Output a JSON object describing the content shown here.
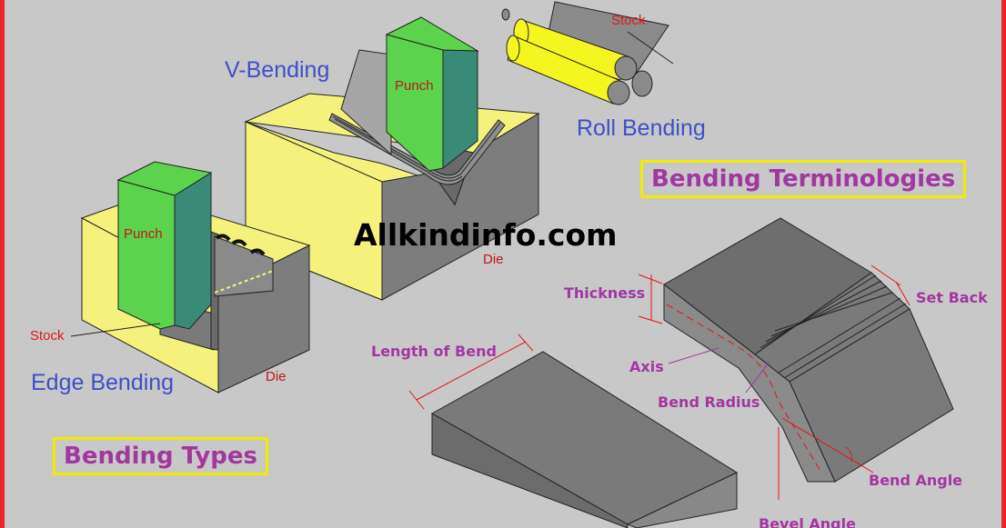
{
  "watermark": "Allkindinfo.com",
  "bending_types": {
    "title": "Bending Types",
    "v_bending": {
      "label": "V-Bending",
      "punch": "Punch",
      "die": "Die"
    },
    "edge_bending": {
      "label": "Edge Bending",
      "punch": "Punch",
      "die": "Die",
      "stock": "Stock"
    },
    "roll_bending": {
      "label": "Roll Bending",
      "stock": "Stock"
    }
  },
  "terminology": {
    "title": "Bending Terminologies",
    "labels": {
      "thickness": "Thickness",
      "set_back": "Set Back",
      "axis": "Axis",
      "bend_radius": "Bend Radius",
      "length_of_bend": "Length of Bend",
      "bend_angle": "Bend Angle",
      "bevel_angle": "Bevel Angle"
    }
  },
  "colors": {
    "background": "#c8c8c8",
    "die_yellow": "#f4f27c",
    "punch_green": "#5cd34c",
    "punch_teal": "#3a8a78",
    "metal_gray": "#7a7a7a",
    "label_blue": "#3f4fc8",
    "label_red": "#e01818",
    "label_purple": "#a2379f",
    "title_border": "#f1ec00"
  }
}
